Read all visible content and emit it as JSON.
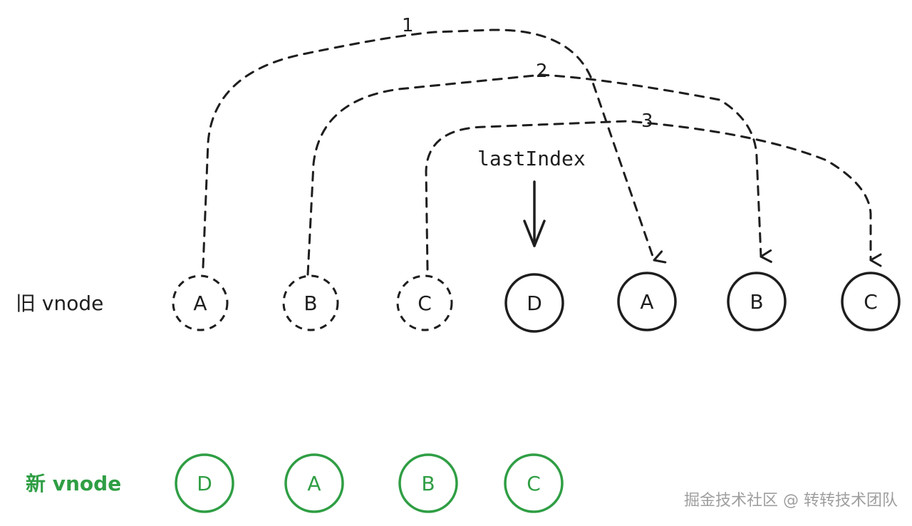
{
  "rows": {
    "old": {
      "label": "旧 vnode",
      "color": "#1e1e1e",
      "nodes": [
        {
          "label": "A",
          "style": "dashed"
        },
        {
          "label": "B",
          "style": "dashed"
        },
        {
          "label": "C",
          "style": "dashed"
        },
        {
          "label": "D",
          "style": "solid"
        },
        {
          "label": "A",
          "style": "solid"
        },
        {
          "label": "B",
          "style": "solid"
        },
        {
          "label": "C",
          "style": "solid"
        }
      ]
    },
    "new": {
      "label": "新 vnode",
      "color": "#2f9e44",
      "nodes": [
        {
          "label": "D"
        },
        {
          "label": "A"
        },
        {
          "label": "B"
        },
        {
          "label": "C"
        }
      ]
    }
  },
  "moves": [
    {
      "label": "1",
      "from": 0,
      "to": 4
    },
    {
      "label": "2",
      "from": 1,
      "to": 5
    },
    {
      "label": "3",
      "from": 2,
      "to": 6
    }
  ],
  "pointer": {
    "label": "lastIndex",
    "target": 3
  },
  "watermark": "掘金技术社区 @ 转转技术团队"
}
